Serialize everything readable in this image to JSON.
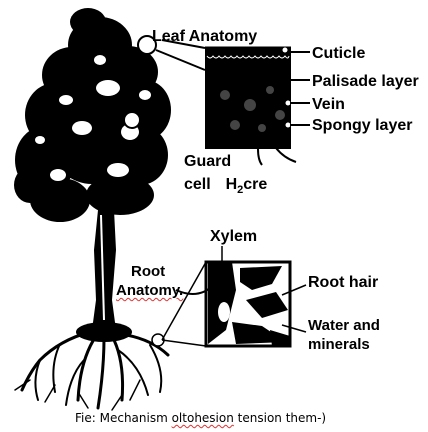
{
  "labels": {
    "leaf_anatomy": "Leaf Anatomy",
    "cuticle": "Cuticle",
    "palisade": "Palisade layer",
    "vein": "Vein",
    "spongy": "Spongy layer",
    "guard_line1": "Guard",
    "guard_line2": "cell",
    "h2o_prefix": "H",
    "h2o_sub": "2",
    "h2o_suffix": "cre",
    "xylem": "Xylem",
    "root_line1": "Root",
    "root_line2": "Anatomy.",
    "root_hair": "Root hair",
    "water_line1": "Water and",
    "water_line2": "minerals"
  },
  "caption": {
    "prefix": "Fie: Mechanism ",
    "squiggly": "oltohesion",
    "suffix": " tension them-)"
  },
  "colors": {
    "ink": "#000000",
    "paper": "#ffffff",
    "spellcheck_red": "#d33333",
    "spellcheck_green": "#2a8a2a"
  }
}
